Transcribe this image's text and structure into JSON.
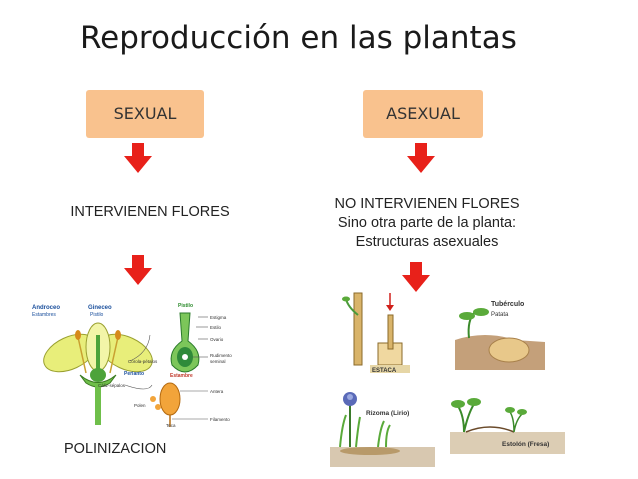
{
  "title": "Reproducción en las plantas",
  "sexual": {
    "label": "SEXUAL",
    "text": "INTERVIENEN FLORES",
    "bottom_text": "POLINIZACION",
    "flower_labels": {
      "androceo": "Androceo",
      "androceo_sub": "Estambres",
      "gineceo": "Gineceo",
      "gineceo_sub": "Pistilo",
      "corola": "Corola-pétalos",
      "perianto": "Perianto",
      "caliz": "Cáliz-sépalos",
      "pistilo": "Pistilo",
      "estigma": "Estigma",
      "estilo": "Estilo",
      "ovario": "Ovario",
      "rudimento": "Rudimento",
      "seminal": "seminal",
      "estambre": "Estambre",
      "antera": "Antera",
      "filamento": "Filamento",
      "polen": "Polen",
      "teca": "Teca"
    }
  },
  "asexual": {
    "label": "ASEXUAL",
    "line1": "NO INTERVIENEN FLORES",
    "line2": "Sino otra parte de la planta:",
    "line3": "Estructuras asexuales",
    "labels": {
      "estaca": "ESTACA",
      "tuberculo": "Tubérculo",
      "patata": "Patata",
      "rizoma": "Rizoma (Lirio)",
      "estolon": "Estolón (Fresa)"
    }
  },
  "colors": {
    "box": "#f9c28e",
    "arrow": "#e8211a",
    "label_blue": "#1a4f9c",
    "label_green": "#2a8a2a",
    "label_red": "#c0392b"
  }
}
